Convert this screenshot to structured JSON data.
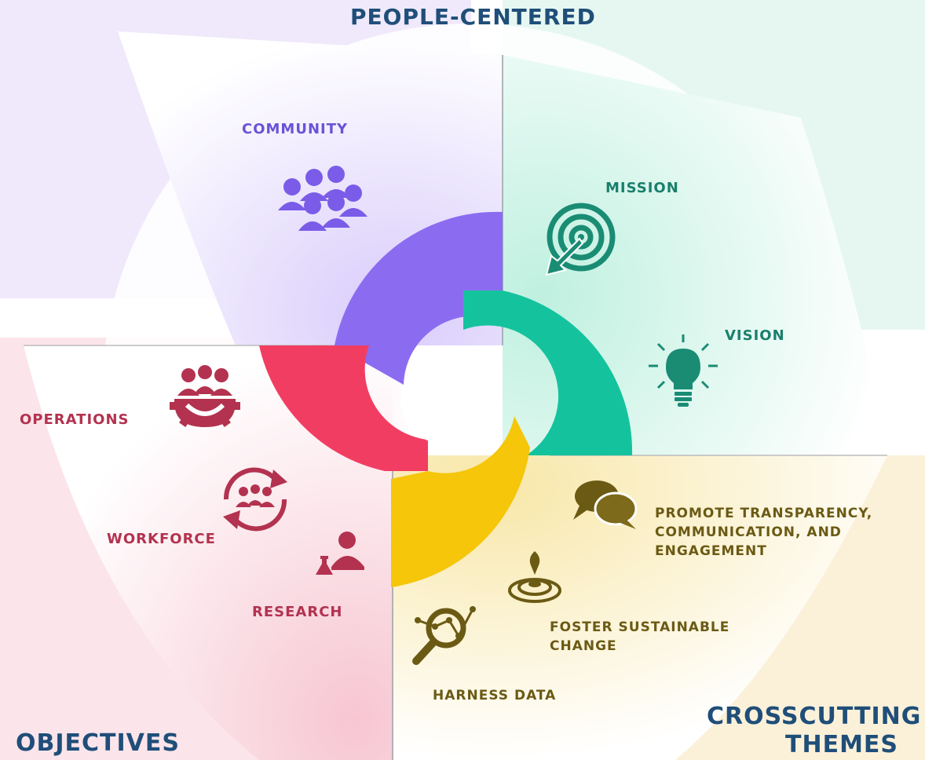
{
  "headings": {
    "top": "PEOPLE-CENTERED",
    "bottom_left": "OBJECTIVES",
    "bottom_right_line1": "CROSSCUTTING",
    "bottom_right_line2": "THEMES"
  },
  "quadrants": {
    "community": {
      "label": "COMMUNITY",
      "color": "#8b6cf0",
      "icon": "people-group-icon"
    },
    "mission": {
      "label": "MISSION",
      "color": "#1aa58a",
      "icon": "target-icon"
    },
    "vision": {
      "label": "VISION",
      "color": "#1aa58a",
      "icon": "lightbulb-icon"
    },
    "operations": {
      "label": "OPERATIONS",
      "color": "#b3324f",
      "icon": "team-gear-icon"
    },
    "workforce": {
      "label": "WORKFORCE",
      "color": "#b3324f",
      "icon": "cycle-people-icon"
    },
    "research": {
      "label": "RESEARCH",
      "color": "#b3324f",
      "icon": "scientist-icon"
    },
    "transparency": {
      "line1": "PROMOTE TRANSPARENCY,",
      "line2": "COMMUNICATION, AND",
      "line3": "ENGAGEMENT",
      "color": "#6b5a14",
      "icon": "chat-bubbles-icon"
    },
    "sustainable": {
      "line1": "FOSTER SUSTAINABLE",
      "line2": "CHANGE",
      "color": "#6b5a14",
      "icon": "ripple-drop-icon"
    },
    "harness": {
      "label": "HARNESS DATA",
      "color": "#6b5a14",
      "icon": "magnify-chart-icon"
    }
  },
  "ring_colors": {
    "purple": "#8b6cf0",
    "teal": "#14c39e",
    "red": "#f23d62",
    "yellow": "#f5c609"
  }
}
